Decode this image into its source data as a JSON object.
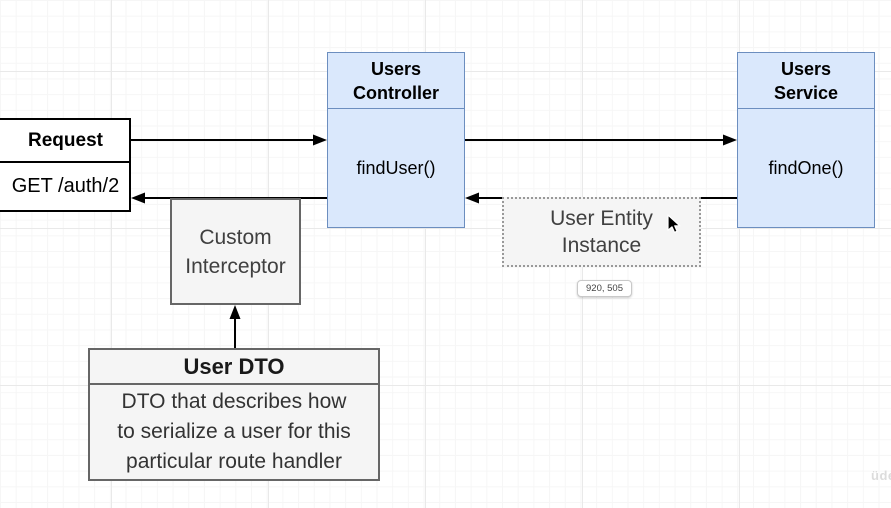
{
  "diagram": {
    "request": {
      "title": "Request",
      "subtitle": "GET /auth/2"
    },
    "users_controller": {
      "title_lines": [
        "Users",
        "Controller"
      ],
      "method": "findUser()"
    },
    "users_service": {
      "title_lines": [
        "Users",
        "Service"
      ],
      "method": "findOne()"
    },
    "custom_interceptor": {
      "label_lines": [
        "Custom",
        "Interceptor"
      ]
    },
    "user_entity_instance": {
      "label_lines": [
        "User Entity",
        "Instance"
      ]
    },
    "user_dto": {
      "title": "User DTO",
      "description_lines": [
        "DTO that describes how",
        "to serialize a user for this",
        "particular route handler"
      ]
    }
  },
  "overlay": {
    "position_tooltip": "920, 505",
    "watermark": "üde"
  },
  "colors": {
    "blue_fill": "#dae8fc",
    "blue_border": "#6c8ebf",
    "gray_fill": "#f5f5f5",
    "gray_border": "#666666",
    "arrow": "#000000",
    "grid_minor": "#f6f6f6",
    "grid_major": "#e9e9e9"
  }
}
